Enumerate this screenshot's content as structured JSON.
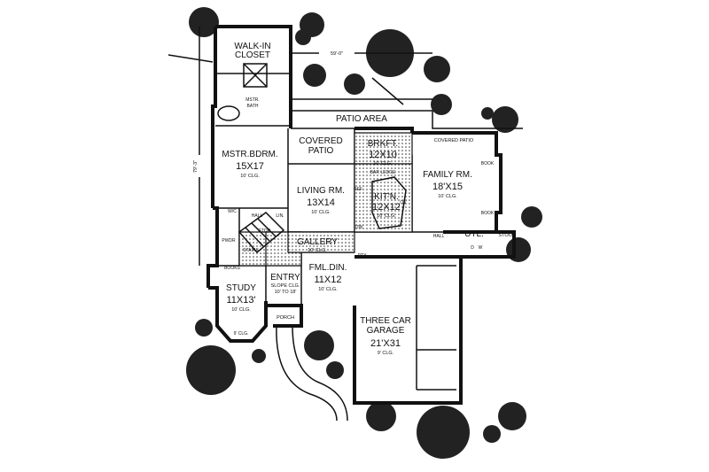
{
  "rooms": {
    "walkin": {
      "name": "WALK-IN",
      "name2": "CLOSET"
    },
    "mstr_bath": {
      "name": "MSTR.",
      "name2": "BATH"
    },
    "patio_area": {
      "name": "PATIO AREA"
    },
    "covered_patio": {
      "name": "COVERED",
      "name2": "PATIO"
    },
    "covered_patio2": {
      "name": "COVERED PATIO"
    },
    "mstr_bdrm": {
      "name": "MSTR.BDRM.",
      "dim": "15X17",
      "clg": "10' CLG."
    },
    "living": {
      "name": "LIVING RM.",
      "dim": "13X14",
      "clg": "10' CLG."
    },
    "brkft": {
      "name": "BRKFT.",
      "dim": "12X10",
      "clg": "10' CLG."
    },
    "kitchen": {
      "name": "KIT'N.",
      "dim": "12X12",
      "clg": "10' CLG."
    },
    "family": {
      "name": "FAMILY RM.",
      "dim": "18'X15",
      "clg": "10' CLG."
    },
    "gallery": {
      "name": "GALLERY",
      "clg": "10' CLG."
    },
    "fml_din": {
      "name": "FML.DIN.",
      "dim": "11X12",
      "clg": "10' CLG."
    },
    "entry": {
      "name": "ENTRY",
      "clg": "SLOPE CLG.",
      "clg2": "10' TO 18'"
    },
    "study": {
      "name": "STUDY",
      "dim": "11X13'",
      "clg": "10' CLG."
    },
    "porch": {
      "name": "PORCH"
    },
    "garage": {
      "name": "THREE CAR",
      "name2": "GARAGE",
      "dim": "21'X31",
      "clg": "9' CLG."
    },
    "util": {
      "name": "UTL."
    },
    "stoop": {
      "name": "STOOP"
    }
  },
  "small_labels": {
    "hall": "HALL",
    "lin": "LIN.",
    "wc": "W/C",
    "stor": "STOR.",
    "stairs": "STAIRS",
    "pwdr": "PWDR",
    "books": "BOOKS",
    "book": "BOOK",
    "pty": "PTY.",
    "dw": "DW",
    "ref": "REF",
    "bar_ledge": "BAR LEDGE",
    "hall2": "HALL",
    "w": "W",
    "d": "D",
    "clg_9": "9' CLG.",
    "ov": "OV"
  },
  "dimensions": {
    "width": "59'-0\"",
    "depth": "79'-3\""
  }
}
